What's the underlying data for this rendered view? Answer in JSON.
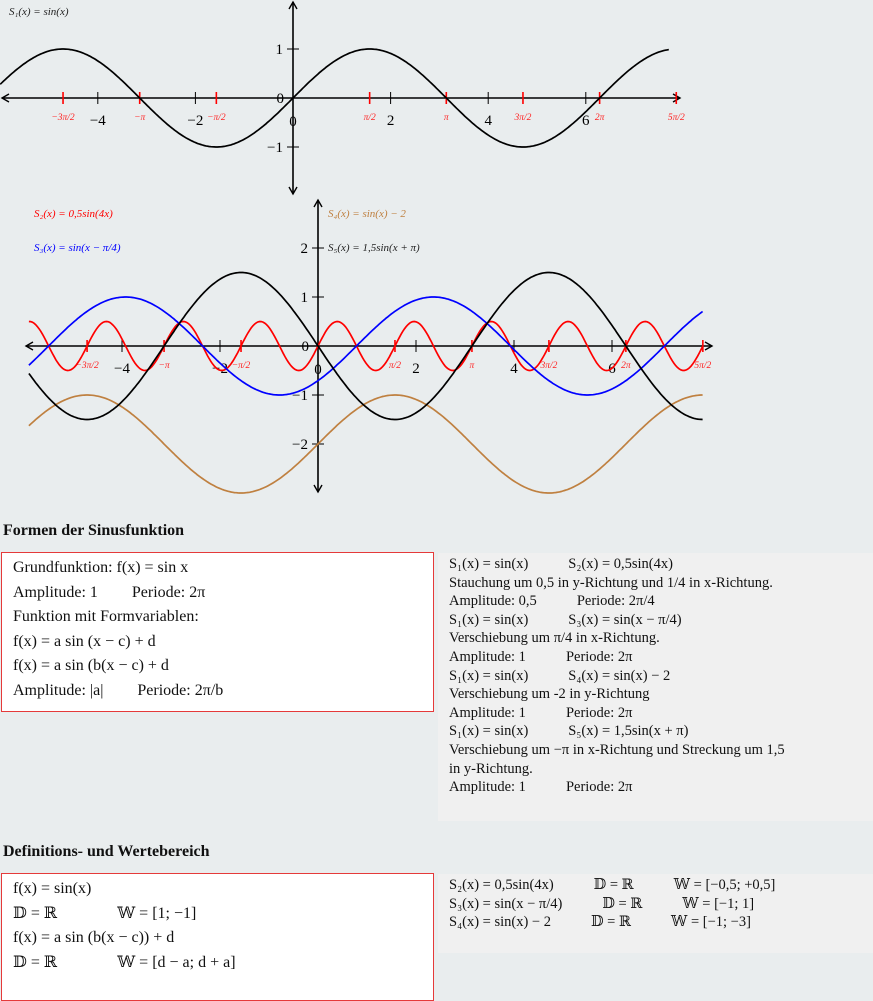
{
  "chart_data": [
    {
      "type": "line",
      "title": "S₁(x) = sin(x)",
      "xlim": [
        -6.0,
        7.7
      ],
      "ylim": [
        -1.95,
        2.0
      ],
      "x_ticks": [
        -4,
        -2,
        2,
        4,
        6
      ],
      "y_ticks": [
        {
          "v": 1,
          "label": "1"
        },
        {
          "v": -1,
          "label": "−1"
        }
      ],
      "origin_labels": [
        "0",
        "0"
      ],
      "pi_ticks": [
        {
          "v": -1.5,
          "label": "−3π/2"
        },
        {
          "v": -1,
          "label": "−π"
        },
        {
          "v": -0.5,
          "label": "−π/2"
        },
        {
          "v": 0.5,
          "label": "π/2"
        },
        {
          "v": 1,
          "label": "π"
        },
        {
          "v": 1.5,
          "label": "3π/2"
        },
        {
          "v": 2,
          "label": "2π"
        },
        {
          "v": 2.5,
          "label": "5π/2"
        }
      ],
      "series": [
        {
          "name": "S1",
          "legend": "S₁(x) = sin(x)",
          "formula": {
            "a": 1,
            "b": 1,
            "c": 0,
            "d": 0
          },
          "color": "#000000"
        }
      ]
    },
    {
      "type": "line",
      "xlim": [
        -5.9,
        7.85
      ],
      "ylim": [
        -3.0,
        3.0
      ],
      "x_ticks": [
        -4,
        -2,
        2,
        4,
        6
      ],
      "y_ticks": [
        {
          "v": 2,
          "label": "2"
        },
        {
          "v": 1,
          "label": "1"
        },
        {
          "v": -1,
          "label": "−1"
        },
        {
          "v": -2,
          "label": "−2"
        }
      ],
      "origin_labels": [
        "0",
        "0"
      ],
      "pi_ticks": [
        {
          "v": -1.5,
          "label": "−3π/2"
        },
        {
          "v": -1,
          "label": "−π"
        },
        {
          "v": -0.5,
          "label": "−π/2"
        },
        {
          "v": 0.5,
          "label": "π/2"
        },
        {
          "v": 1,
          "label": "π"
        },
        {
          "v": 1.5,
          "label": "3π/2"
        },
        {
          "v": 2,
          "label": "2π"
        },
        {
          "v": 2.5,
          "label": "5π/2"
        }
      ],
      "series": [
        {
          "name": "S2",
          "legend": "S₂(x) = 0,5sin(4x)",
          "formula": {
            "a": 0.5,
            "b": 4,
            "c": 0,
            "d": 0
          },
          "color": "#ff0000"
        },
        {
          "name": "S3",
          "legend": "S₃(x) = sin(x − π/4)",
          "formula": {
            "a": 1,
            "b": 1,
            "c": 0.7854,
            "d": 0
          },
          "color": "#0000ff"
        },
        {
          "name": "S4",
          "legend": "S₄(x) = sin(x) − 2",
          "formula": {
            "a": 1,
            "b": 1,
            "c": 0,
            "d": -2
          },
          "color": "#bf8040"
        },
        {
          "name": "S5",
          "legend": "S₅(x) = 1,5sin(x + π)",
          "formula": {
            "a": 1.5,
            "b": 1,
            "c": -3.14159,
            "d": 0
          },
          "color": "#000000"
        }
      ]
    }
  ],
  "section1": {
    "heading": "Formen der Sinusfunktion",
    "left": [
      [
        "Grundfunktion: f(x) = sin x"
      ],
      [
        "Amplitude: 1",
        "Periode: 2π"
      ],
      [
        "Funktion mit Formvariablen:"
      ],
      [
        "f(x) = a sin (x − c) + d"
      ],
      [
        "f(x) = a sin (b(x − c) + d"
      ],
      [
        "Amplitude: |a|",
        "Periode: 2π/b"
      ]
    ],
    "right": [
      [
        "S₁(x) = sin(x)",
        "S₂(x) = 0,5sin(4x)"
      ],
      [
        "Stauchung um 0,5 in y-Richtung und 1/4 in x-Richtung."
      ],
      [
        "Amplitude: 0,5",
        "Periode: 2π/4"
      ],
      [
        "S₁(x) = sin(x)",
        "S₃(x) = sin(x − π/4)"
      ],
      [
        "Verschiebung um π/4 in x-Richtung."
      ],
      [
        "Amplitude: 1",
        "Periode: 2π"
      ],
      [
        "S₁(x) = sin(x)",
        "S₄(x) = sin(x) − 2"
      ],
      [
        "Verschiebung um -2 in y-Richtung"
      ],
      [
        "Amplitude: 1",
        "Periode: 2π"
      ],
      [
        "S₁(x) = sin(x)",
        "S₅(x) = 1,5sin(x + π)"
      ],
      [
        "Verschiebung um −π in x-Richtung und Streckung um 1,5"
      ],
      [
        "in y-Richtung."
      ],
      [
        "Amplitude: 1",
        "Periode: 2π"
      ]
    ]
  },
  "section2": {
    "heading": "Definitions- und Wertebereich",
    "left": [
      [
        "f(x) = sin(x)"
      ],
      [
        "𝔻 = ℝ",
        "𝕎 = [1; −1]"
      ],
      [
        "f(x) = a sin (b(x − c)) + d"
      ],
      [
        "𝔻 = ℝ",
        "𝕎 = [d − a; d + a]"
      ]
    ],
    "right": [
      [
        "S₂(x) = 0,5sin(4x)",
        "𝔻 = ℝ",
        "𝕎 = [−0,5; +0,5]"
      ],
      [
        "S₃(x) = sin(x − π/4)",
        "𝔻 = ℝ",
        "𝕎 = [−1; 1]"
      ],
      [
        "S₄(x) = sin(x) − 2",
        "𝔻 = ℝ",
        "𝕎 = [−1; −3]"
      ]
    ]
  }
}
